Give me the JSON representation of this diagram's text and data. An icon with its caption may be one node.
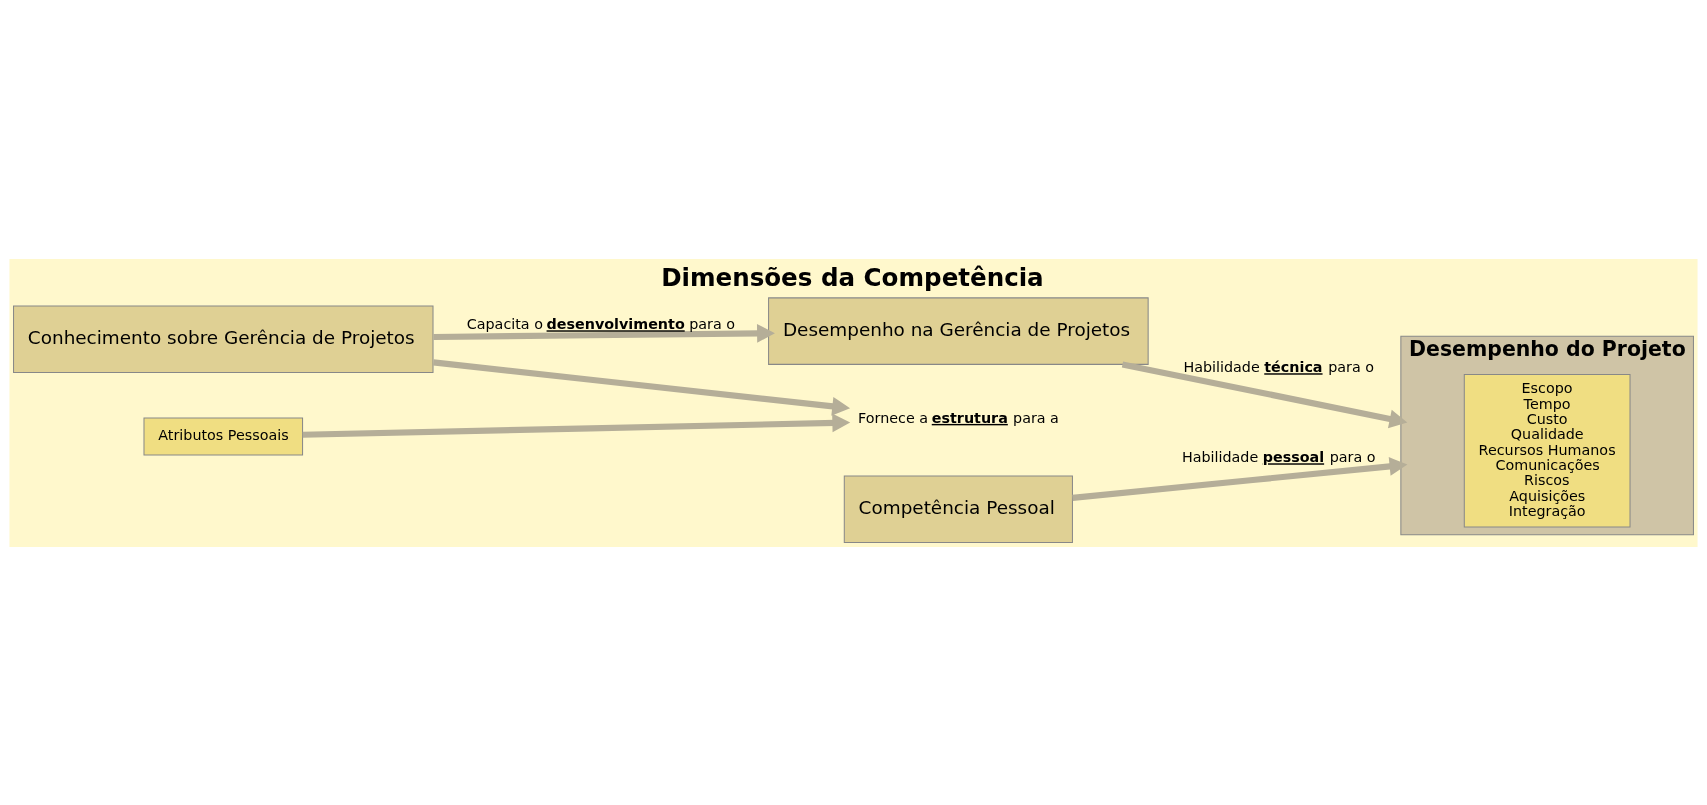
{
  "diagram": {
    "title": "Dimensões da Competência",
    "nodes": [
      {
        "text": [
          "Conhecimento sobre Gerência de Projetos"
        ]
      },
      {
        "text": [
          "Desempenho na Gerência de Projetos"
        ]
      },
      {
        "text": [
          "Desempenho do Projeto"
        ]
      },
      {
        "text": [
          "Escopo",
          "Tempo",
          "Custo",
          "Qualidade",
          "Recursos Humanos",
          "Comunicações",
          "Riscos",
          "Aquisições",
          "Integração"
        ],
        "in": 2
      },
      {
        "text": [
          "Fornece a **estrutura** para a"
        ]
      },
      {
        "text": [
          "Competência Pessoal"
        ]
      },
      {
        "text": [
          "Atributos Pessoais"
        ]
      }
    ],
    "edges": [
      {
        "from": 0,
        "to": 1,
        "arrow": "to",
        "label": "Capacita o **desenvolvimento** para o"
      },
      {
        "from": 1,
        "to": 2,
        "arrow": "to",
        "label": "Habilidade **técnica** para o"
      },
      {
        "from": 0,
        "to": 4,
        "arrow": "to"
      },
      {
        "from": 6,
        "to": 4,
        "arrow": "to"
      },
      {
        "from": 5,
        "to": 2,
        "arrow": "to",
        "label": "Habilidade **pessoal** para o"
      }
    ]
  }
}
